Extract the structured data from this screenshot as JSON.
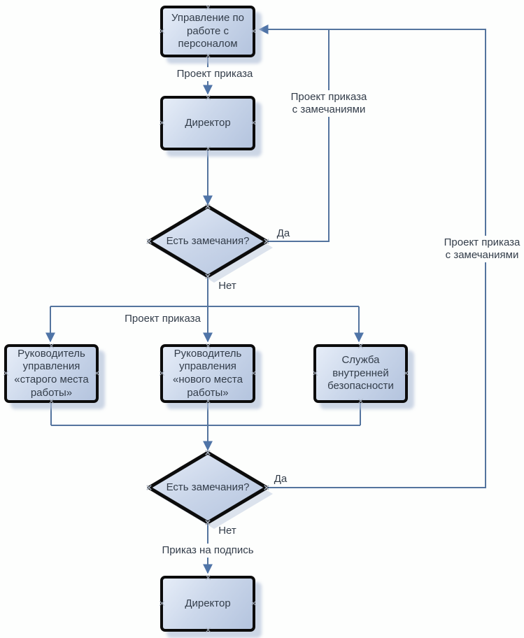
{
  "flowchart": {
    "nodes": [
      {
        "id": "hr-department",
        "type": "process",
        "label": "Управление по работе с персоналом"
      },
      {
        "id": "director-review",
        "type": "process",
        "label": "Директор"
      },
      {
        "id": "has-comments-1",
        "type": "decision",
        "label": "Есть замечания?"
      },
      {
        "id": "head-old-workplace",
        "type": "process",
        "label": "Руководитель управления «старого места работы»"
      },
      {
        "id": "head-new-workplace",
        "type": "process",
        "label": "Руководитель управления «нового места работы»"
      },
      {
        "id": "internal-security",
        "type": "process",
        "label": "Служба внутренней безопасности"
      },
      {
        "id": "has-comments-2",
        "type": "decision",
        "label": "Есть замечания?"
      },
      {
        "id": "director-sign",
        "type": "process",
        "label": "Директор"
      }
    ],
    "edge_labels": {
      "draft_order": "Проект приказа",
      "draft_order_with_comments": "Проект приказа с замечаниями",
      "yes": "Да",
      "no": "Нет",
      "order_for_signature": "Приказ на подпись"
    },
    "colors": {
      "connector": "#54749e",
      "arrowhead": "#4f74a7",
      "node_border": "#0c0c0c",
      "node_fill_top": "#e6edf8",
      "node_fill_bottom": "#b4c4de",
      "node_shadow": "#c6d1e3",
      "text": "#333d4a",
      "background": "#fdfefd"
    }
  }
}
